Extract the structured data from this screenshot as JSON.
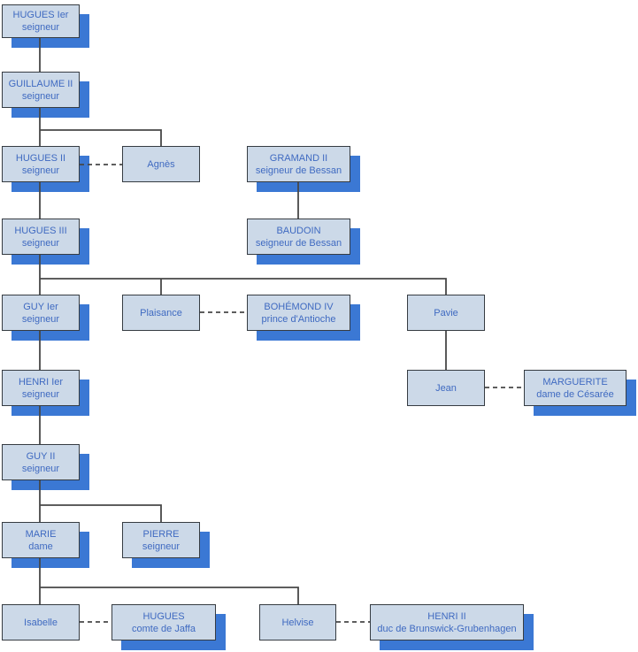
{
  "diagram": {
    "type": "family-tree",
    "background_color": "#ffffff",
    "colors": {
      "node_fill": "#ccd9e8",
      "node_border": "#363c42",
      "node_text": "#3f6ac1",
      "node_shadow": "#3b78d4",
      "connector": "#474747"
    },
    "nodes": [
      {
        "id": "hugues-1er",
        "name": "HUGUES Ier",
        "role": "seigneur"
      },
      {
        "id": "guillaume-2",
        "name": "GUILLAUME II",
        "role": "seigneur"
      },
      {
        "id": "hugues-2",
        "name": "HUGUES II",
        "role": "seigneur"
      },
      {
        "id": "agnes",
        "name": "Agnès"
      },
      {
        "id": "gramand-2",
        "name": "GRAMAND II",
        "role": "seigneur de Bessan"
      },
      {
        "id": "hugues-3",
        "name": "HUGUES III",
        "role": "seigneur"
      },
      {
        "id": "baudoin",
        "name": "BAUDOIN",
        "role": "seigneur de Bessan"
      },
      {
        "id": "guy-1er",
        "name": "GUY Ier",
        "role": "seigneur"
      },
      {
        "id": "plaisance",
        "name": "Plaisance"
      },
      {
        "id": "bohemond-4",
        "name": "BOHÉMOND IV",
        "role": "prince d'Antioche"
      },
      {
        "id": "pavie",
        "name": "Pavie"
      },
      {
        "id": "henri-1er",
        "name": "HENRI Ier",
        "role": "seigneur"
      },
      {
        "id": "jean",
        "name": "Jean"
      },
      {
        "id": "marguerite",
        "name": "MARGUERITE",
        "role": "dame de Césarée"
      },
      {
        "id": "guy-2",
        "name": "GUY II",
        "role": "seigneur"
      },
      {
        "id": "marie",
        "name": "MARIE",
        "role": "dame"
      },
      {
        "id": "pierre",
        "name": "PIERRE",
        "role": "seigneur"
      },
      {
        "id": "isabelle",
        "name": "Isabelle"
      },
      {
        "id": "hugues-jaffa",
        "name": "HUGUES",
        "role": "comte de Jaffa"
      },
      {
        "id": "helvise",
        "name": "Helvise"
      },
      {
        "id": "henri-2",
        "name": "HENRI II",
        "role": "duc de Brunswick-Grubenhagen"
      }
    ]
  }
}
